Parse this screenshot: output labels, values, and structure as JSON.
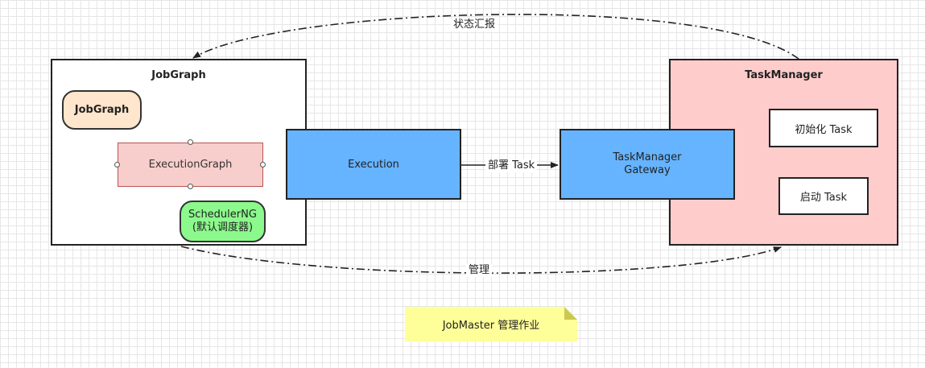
{
  "containers": {
    "jobgraph_title": "JobGraph",
    "taskmanager_title": "TaskManager"
  },
  "nodes": {
    "jobgraph": "JobGraph",
    "execution_graph": "ExecutionGraph",
    "scheduler_line1": "SchedulerNG",
    "scheduler_line2": "(默认调度器)",
    "execution": "Execution",
    "tm_gateway_line1": "TaskManager",
    "tm_gateway_line2": "Gateway",
    "init_task": "初始化 Task",
    "start_task": "启动 Task"
  },
  "edges": {
    "status_report": "状态汇报",
    "deploy_task": "部署 Task",
    "manage": "管理"
  },
  "note": {
    "text": "JobMaster 管理作业"
  },
  "colors": {
    "orange_fill": "#ffe6cc",
    "pink_fill": "#f8cecc",
    "green_fill": "#8cf98c",
    "blue_fill": "#66b3ff",
    "tm_container_fill": "#ffcccc",
    "note_fill": "#ffff99"
  }
}
